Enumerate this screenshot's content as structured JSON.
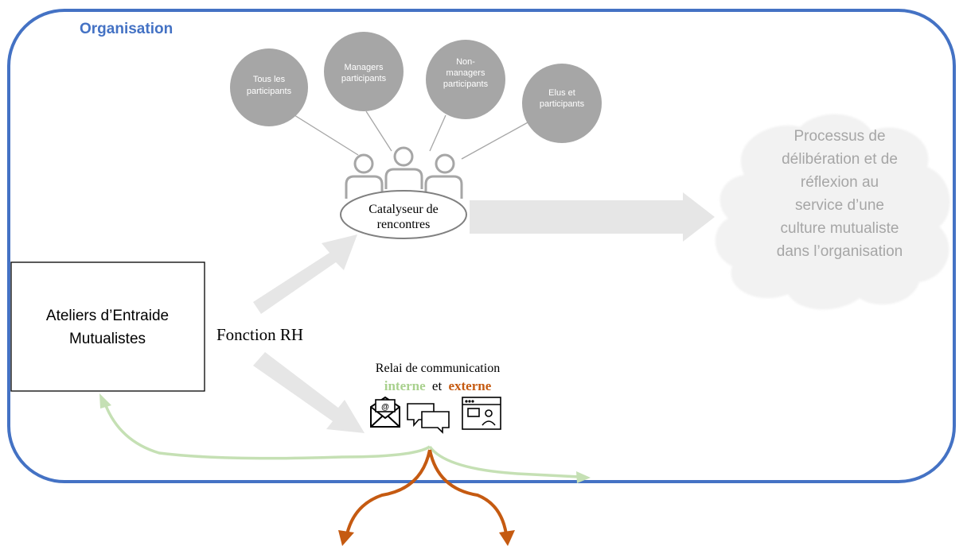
{
  "organisation": {
    "label": "Organisation",
    "frame_color": "#4472C4"
  },
  "participants": [
    {
      "line1": "Tous les",
      "line2": "participants",
      "line3": ""
    },
    {
      "line1": "Managers",
      "line2": "participants",
      "line3": ""
    },
    {
      "line1": "Non-",
      "line2": "managers",
      "line3": "participants"
    },
    {
      "line1": "Elus et",
      "line2": "participants",
      "line3": ""
    }
  ],
  "circle_color": "#A6A6A6",
  "catalyst": {
    "line1": "Catalyseur de",
    "line2": "rencontres"
  },
  "cloud": {
    "lines": [
      "Processus de",
      "délibération et de",
      "réflexion au",
      "service d’une",
      "culture mutualiste",
      "dans l’organisation"
    ],
    "text_color": "#A6A6A6",
    "fill_color": "#F2F2F2"
  },
  "ateliers": {
    "line1": "Ateliers d’Entraide",
    "line2": "Mutualistes"
  },
  "fonction_rh": "Fonction RH",
  "relai": {
    "title": "Relai de communication",
    "interne": "interne",
    "et": "et",
    "externe": "externe",
    "interne_color": "#A9D18E",
    "externe_color": "#C55A11"
  },
  "icons": [
    "email-icon",
    "chat-bubbles-icon",
    "video-conference-icon"
  ]
}
